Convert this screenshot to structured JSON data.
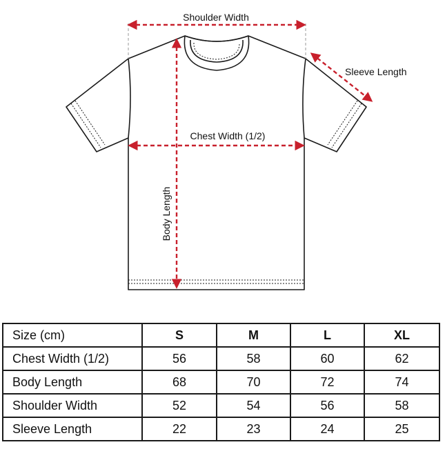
{
  "diagram": {
    "labels": {
      "shoulder_width": "Shoulder Width",
      "sleeve_length": "Sleeve Length",
      "chest_width": "Chest Width (1/2)",
      "body_length": "Body Length"
    },
    "colors": {
      "measure_line": "#c8202c",
      "outline": "#1a1a1a",
      "guide": "#9a9a9a"
    }
  },
  "table": {
    "header": {
      "label": "Size (cm)",
      "sizes": [
        "S",
        "M",
        "L",
        "XL"
      ]
    },
    "rows": [
      {
        "label": "Chest Width (1/2)",
        "values": [
          "56",
          "58",
          "60",
          "62"
        ]
      },
      {
        "label": "Body Length",
        "values": [
          "68",
          "70",
          "72",
          "74"
        ]
      },
      {
        "label": "Shoulder Width",
        "values": [
          "52",
          "54",
          "56",
          "58"
        ]
      },
      {
        "label": "Sleeve Length",
        "values": [
          "22",
          "23",
          "24",
          "25"
        ]
      }
    ]
  }
}
